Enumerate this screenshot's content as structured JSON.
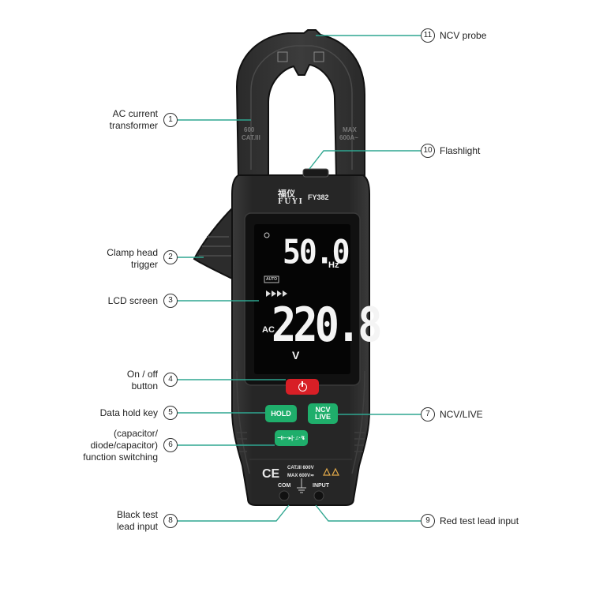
{
  "callouts": [
    {
      "num": "1",
      "text": [
        "AC current",
        "transformer"
      ],
      "side": "left"
    },
    {
      "num": "2",
      "text": [
        "Clamp head",
        "trigger"
      ],
      "side": "left"
    },
    {
      "num": "3",
      "text": [
        "LCD screen"
      ],
      "side": "left"
    },
    {
      "num": "4",
      "text": [
        "On / off",
        "button"
      ],
      "side": "left"
    },
    {
      "num": "5",
      "text": [
        "Data hold key"
      ],
      "side": "left"
    },
    {
      "num": "6",
      "text": [
        "(capacitor/",
        "diode/capacitor)",
        "function switching"
      ],
      "side": "left"
    },
    {
      "num": "7",
      "text": [
        "NCV/LIVE"
      ],
      "side": "right"
    },
    {
      "num": "8",
      "text": [
        "Black test",
        "lead input"
      ],
      "side": "left"
    },
    {
      "num": "9",
      "text": [
        "Red test lead input"
      ],
      "side": "right"
    },
    {
      "num": "10",
      "text": [
        "Flashlight"
      ],
      "side": "right"
    },
    {
      "num": "11",
      "text": [
        "NCV probe"
      ],
      "side": "right"
    }
  ],
  "device": {
    "brand_cn": "福仪",
    "brand": "FUYI",
    "model": "FY382",
    "jaw_left_marking": [
      "600",
      "CAT.III"
    ],
    "jaw_right_marking": [
      "MAX",
      "600A~"
    ],
    "lcd": {
      "frequency_value": "50.0",
      "frequency_unit": "Hz",
      "auto_label": "AUTO",
      "ac_label": "AC",
      "main_value": "220.8",
      "main_unit": "V"
    },
    "keys": {
      "hold": "HOLD",
      "ncv_line1": "NCV",
      "ncv_line2": "LIVE",
      "function": "⊣⊢·▸|·♫·↯"
    },
    "bottom_marks": {
      "ce": "CE",
      "cat_line1": "CAT.III 600V",
      "cat_line2": "MAX 600V≂",
      "com": "COM",
      "input": "INPUT"
    }
  },
  "colors": {
    "leader_line": "#2fa690",
    "body": "#262626",
    "power_key": "#d81f26",
    "green_key": "#1fae6b"
  }
}
